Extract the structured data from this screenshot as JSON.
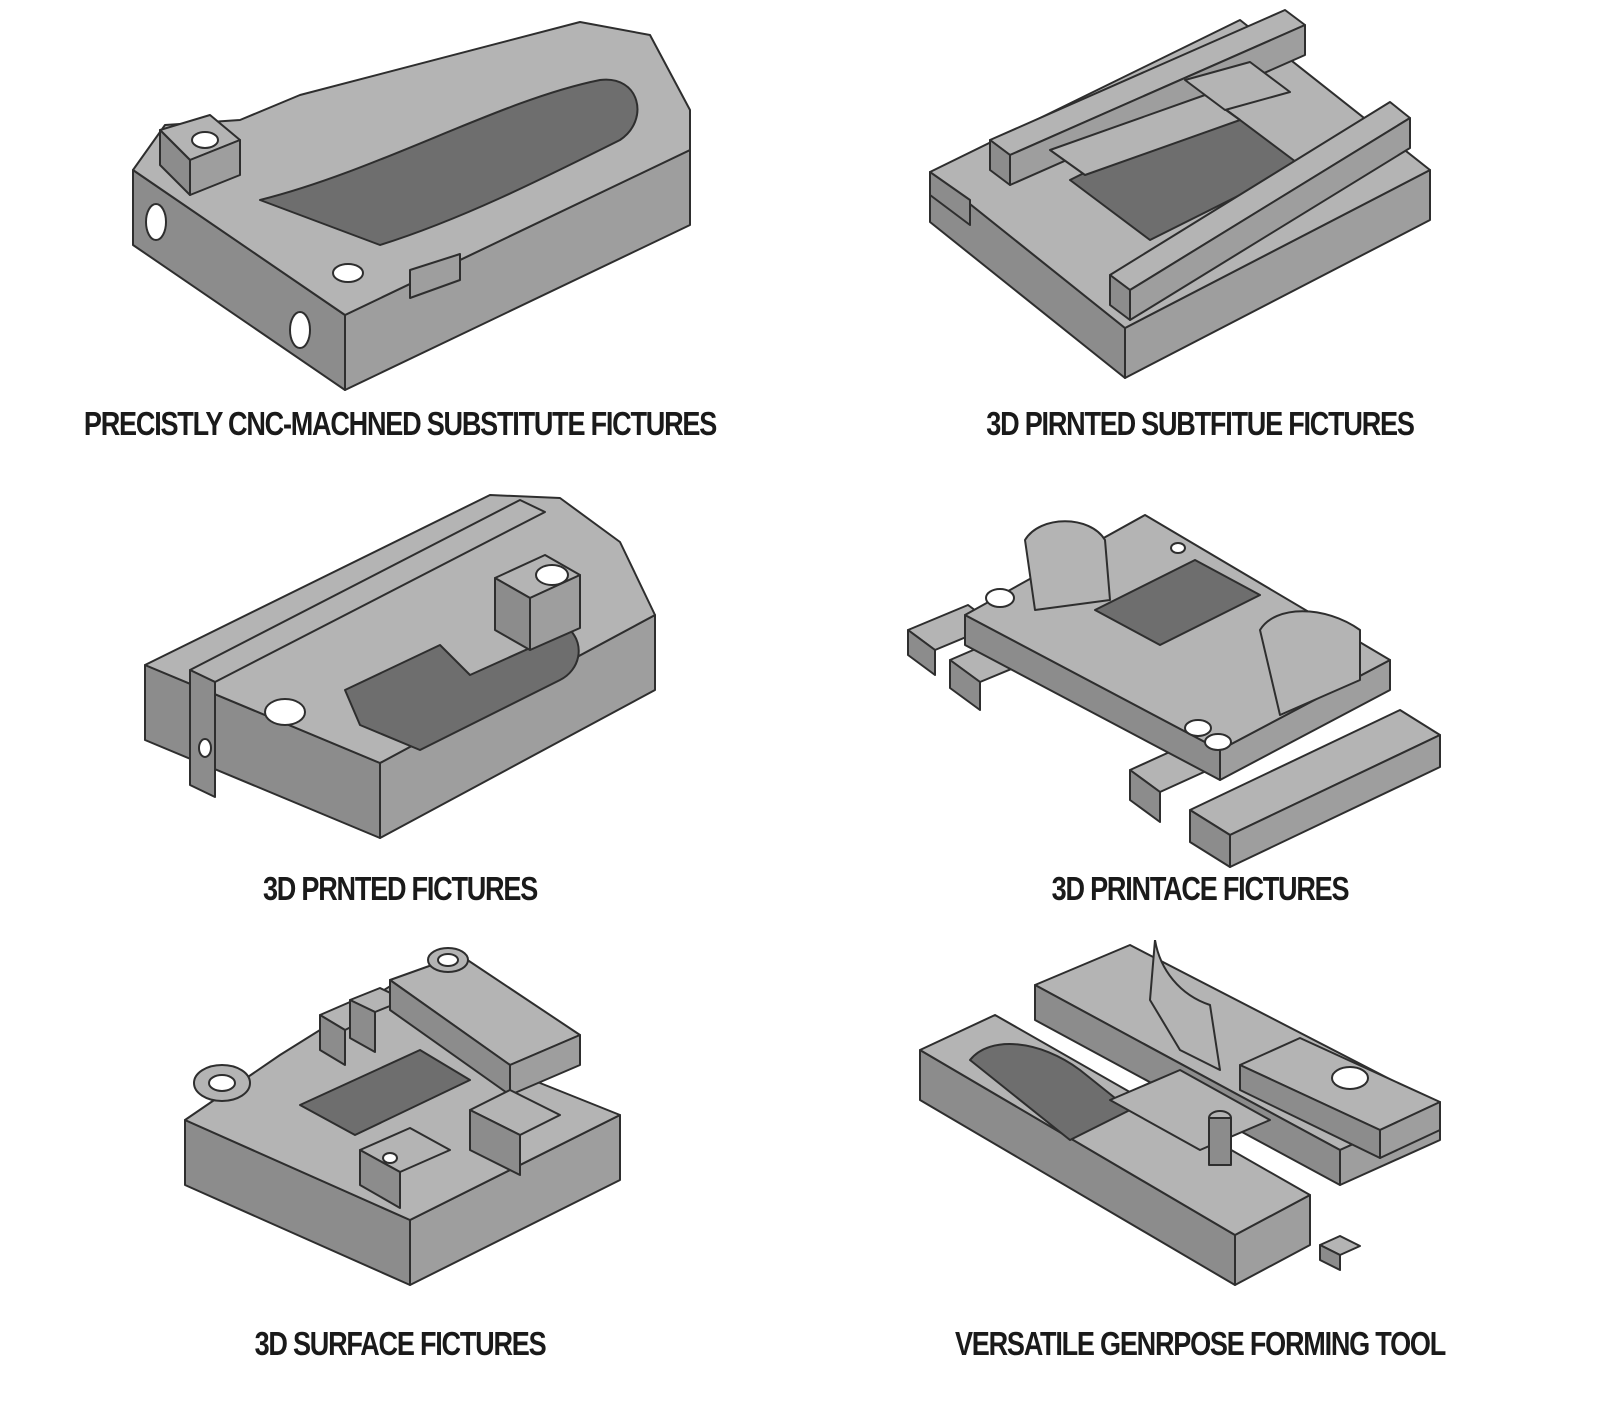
{
  "fixtures": [
    {
      "label": "PRECISTLY CNC-MACHNED SUBSTITUTE FICTURES",
      "icon": "cnc-machined-fixture-drawing"
    },
    {
      "label": "3D PIRNTED SUBTFITUE FICTURES",
      "icon": "3d-printed-substitute-fixture-drawing"
    },
    {
      "label": "3D PRNTED FICTURES",
      "icon": "3d-printed-fixture-drawing"
    },
    {
      "label": "3D PRINTACE FICTURES",
      "icon": "3d-printace-fixture-drawing"
    },
    {
      "label": "3D SURFACE FICTURES",
      "icon": "3d-surface-fixture-drawing"
    },
    {
      "label": "VERSATILE GENRPOSE FORMING TOOL",
      "icon": "forming-tool-drawing"
    }
  ],
  "colors": {
    "top": "#b4b4b4",
    "left": "#8c8c8c",
    "right": "#9e9e9e",
    "shadow": "#6e6e6e",
    "outline": "#2e2e2e"
  }
}
